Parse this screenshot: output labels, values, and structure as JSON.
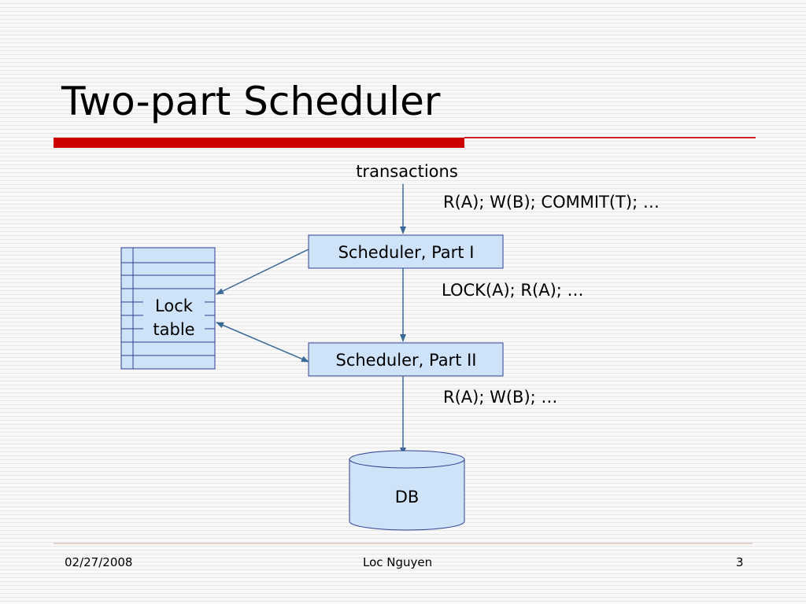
{
  "slide": {
    "title": "Two-part Scheduler"
  },
  "diagram": {
    "top_label": "transactions",
    "input_ops": "R(A); W(B); COMMIT(T); …",
    "scheduler_part1": "Scheduler, Part I",
    "mid_ops": "LOCK(A); R(A); …",
    "scheduler_part2": "Scheduler, Part II",
    "output_ops": "R(A); W(B); …",
    "lock_table_line1": "Lock",
    "lock_table_line2": "table",
    "db_label": "DB"
  },
  "footer": {
    "date": "02/27/2008",
    "author": "Loc Nguyen",
    "page_number": "3"
  },
  "colors": {
    "title_rule": "#cc0000",
    "box_fill": "#cfe3f8",
    "box_stroke": "#2f3f8f",
    "arrow": "#3c6a96"
  }
}
